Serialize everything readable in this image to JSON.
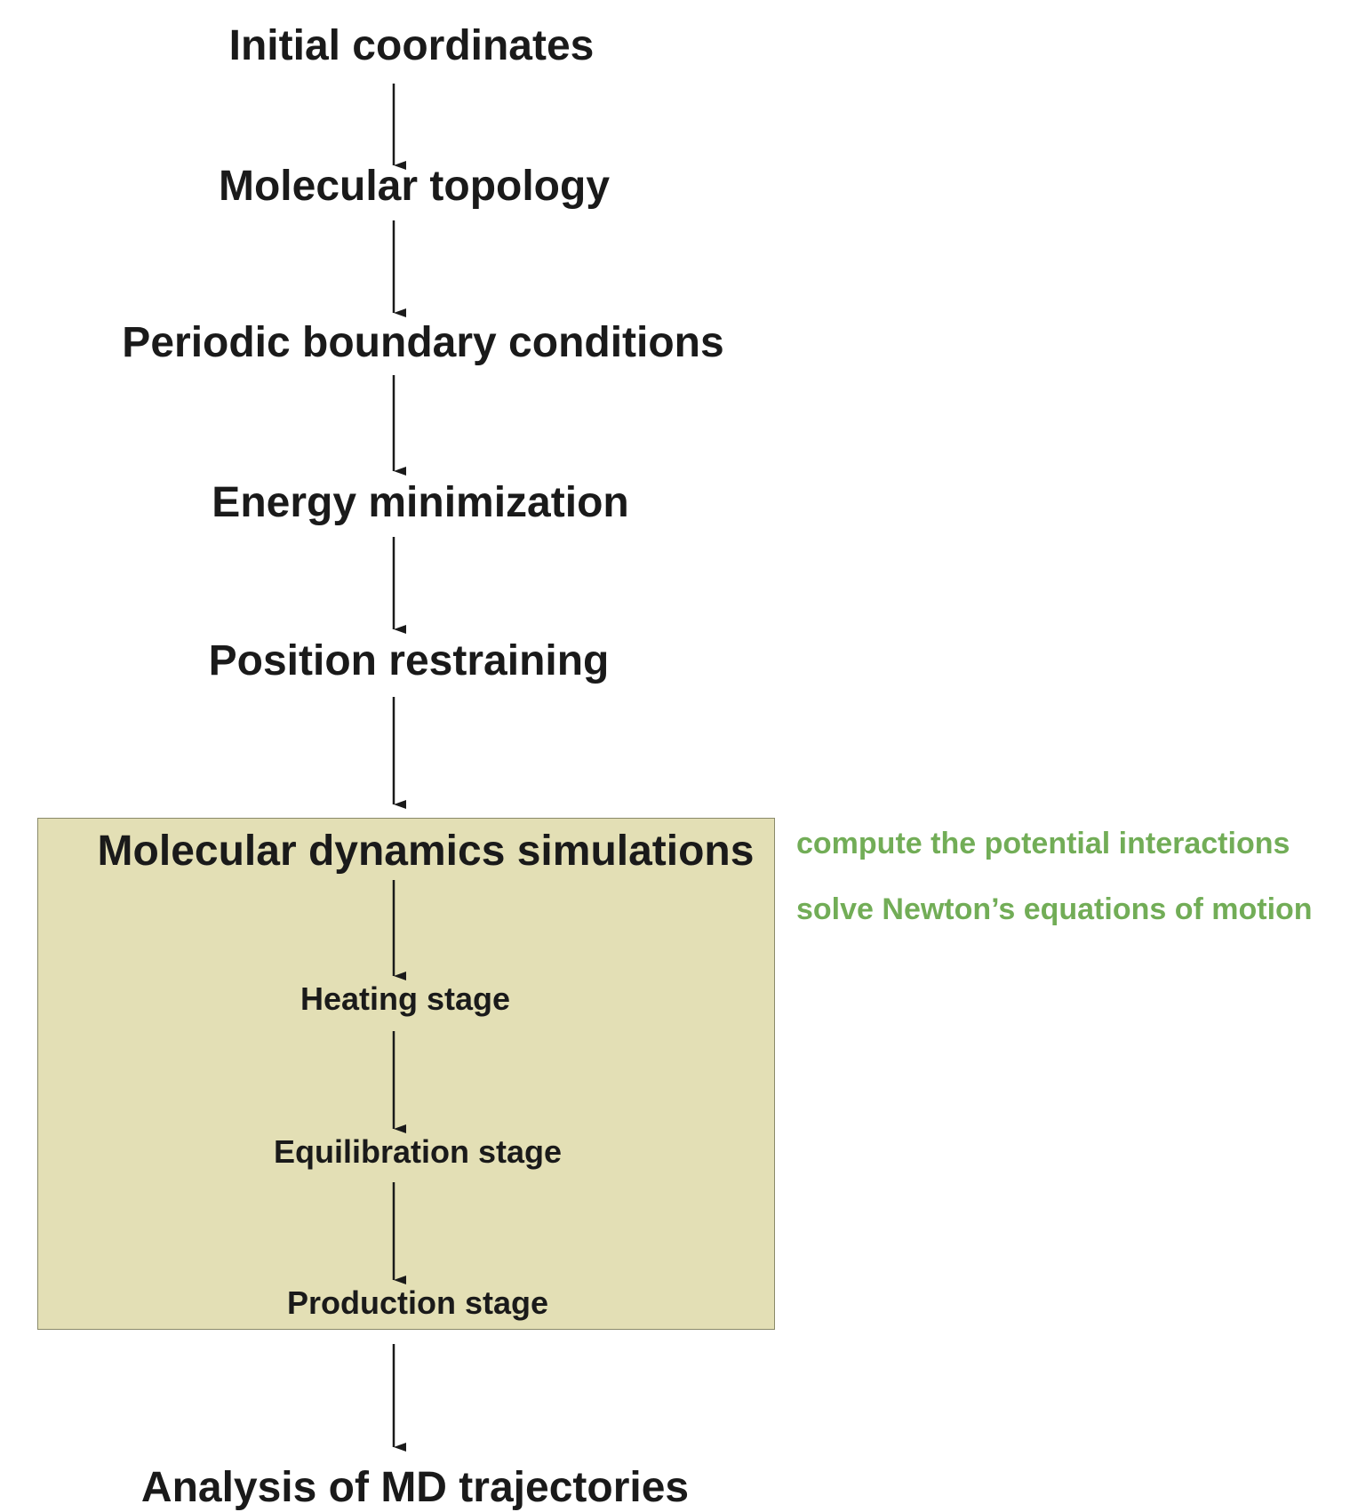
{
  "steps": {
    "initial": "Initial coordinates",
    "topology": "Molecular topology",
    "pbc": "Periodic boundary conditions",
    "minimization": "Energy minimization",
    "restraining": "Position restraining",
    "md": "Molecular dynamics simulations",
    "heating": "Heating stage",
    "equilibration": "Equilibration stage",
    "production": "Production stage",
    "analysis": "Analysis of MD trajectories"
  },
  "notes": [
    "compute the potential interactions",
    "solve Newton’s equations of motion"
  ],
  "colors": {
    "box_fill": "#e3dfb5",
    "note_text": "#72ad57",
    "text": "#1a1a1a",
    "arrow": "#1a1a1a"
  }
}
